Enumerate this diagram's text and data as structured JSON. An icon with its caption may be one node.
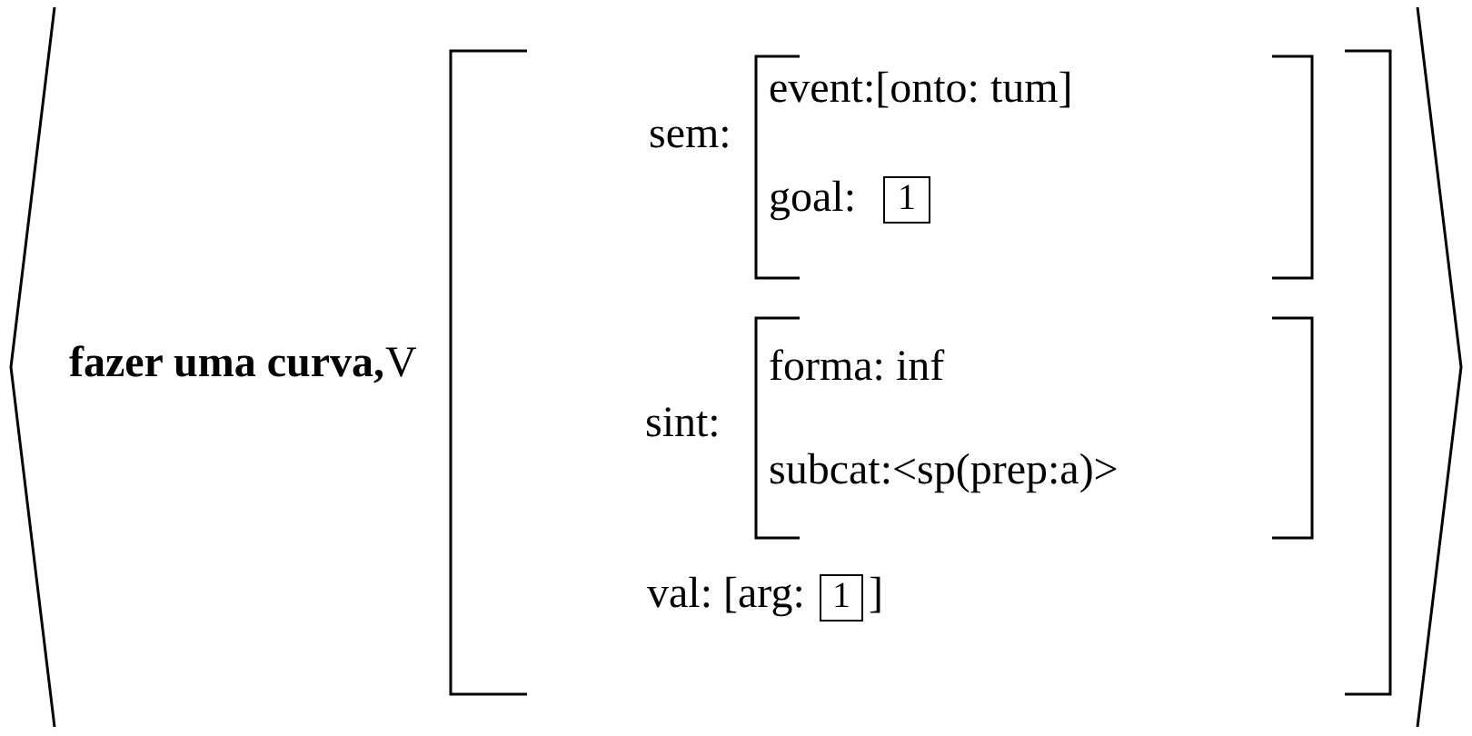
{
  "diagram": {
    "nodes": [
      {
        "text": [
          "1"
        ]
      },
      {
        "text": [
          "1"
        ]
      }
    ],
    "labels": [
      "fazer uma curva,",
      "V",
      "sem:",
      "event:[onto: tum]",
      "goal:",
      "sint:",
      "forma: inf",
      "subcat:<sp(prep:a)>",
      "val: [arg:",
      "]"
    ]
  }
}
